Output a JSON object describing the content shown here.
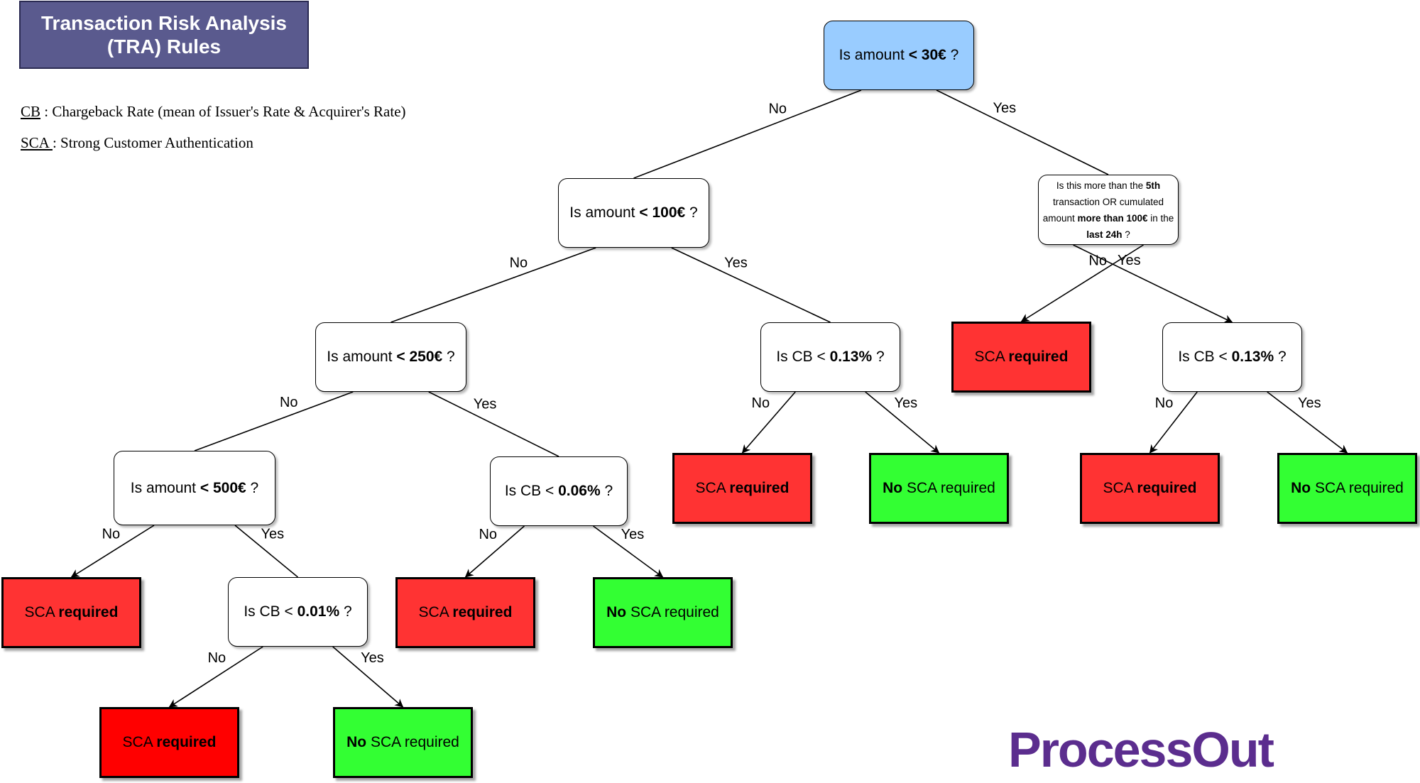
{
  "title": {
    "line1": "Transaction Risk Analysis",
    "line2": "(TRA) Rules"
  },
  "legend": {
    "cb_abbr": "CB",
    "cb_text": " : Chargeback Rate (mean of Issuer's Rate & Acquirer's Rate)",
    "sca_abbr": "SCA ",
    "sca_text": ": Strong Customer Authentication"
  },
  "nodes": {
    "q_lt30": {
      "pre": "Is amount ",
      "bold": "< 30€",
      "post": " ?"
    },
    "q_lt100": {
      "pre": "Is amount ",
      "bold": "< 100€",
      "post": " ?"
    },
    "q_5th": {
      "t1": "Is this more than the ",
      "b1": "5th",
      "t2": " transaction OR cumulated amount ",
      "b2": "more than 100€",
      "t3": " in the ",
      "b3": "last 24h",
      "t4": " ?"
    },
    "q_lt250": {
      "pre": "Is amount ",
      "bold": "< 250€",
      "post": " ?"
    },
    "q_cb013_a": {
      "pre": "Is CB < ",
      "bold": "0.13%",
      "post": " ?"
    },
    "r_sca_5th": {
      "pre": "SCA ",
      "bold": "required",
      "post": ""
    },
    "q_cb013_b": {
      "pre": "Is CB < ",
      "bold": "0.13%",
      "post": " ?"
    },
    "q_lt500": {
      "pre": "Is amount ",
      "bold": "< 500€",
      "post": " ?"
    },
    "q_cb006": {
      "pre": "Is CB < ",
      "bold": "0.06%",
      "post": " ?"
    },
    "r_sca_cb013a": {
      "pre": "SCA ",
      "bold": "required",
      "post": ""
    },
    "r_nosca_cb013a": {
      "pre": "",
      "bold": "No",
      "post": " SCA required"
    },
    "r_sca_cb013b": {
      "pre": "SCA ",
      "bold": "required",
      "post": ""
    },
    "r_nosca_cb013b": {
      "pre": "",
      "bold": "No",
      "post": " SCA required"
    },
    "r_sca_500": {
      "pre": "SCA ",
      "bold": "required",
      "post": ""
    },
    "q_cb001": {
      "pre": "Is CB < ",
      "bold": "0.01%",
      "post": " ?"
    },
    "r_sca_cb006": {
      "pre": "SCA ",
      "bold": "required",
      "post": ""
    },
    "r_nosca_cb006": {
      "pre": "",
      "bold": "No",
      "post": " SCA required"
    },
    "r_sca_cb001": {
      "pre": "SCA ",
      "bold": "required",
      "post": ""
    },
    "r_nosca_cb001": {
      "pre": "",
      "bold": "No",
      "post": " SCA required"
    }
  },
  "edges": [
    {
      "id": "e_30_no",
      "label": "No",
      "from": "q_lt30",
      "to": "q_lt100",
      "arrow": false
    },
    {
      "id": "e_30_yes",
      "label": "Yes",
      "from": "q_lt30",
      "to": "q_5th",
      "arrow": false
    },
    {
      "id": "e_100_no",
      "label": "No",
      "from": "q_lt100",
      "to": "q_lt250",
      "arrow": false
    },
    {
      "id": "e_100_yes",
      "label": "Yes",
      "from": "q_lt100",
      "to": "q_cb013_a",
      "arrow": false
    },
    {
      "id": "e_5th_yes",
      "label": "Yes",
      "from": "q_5th",
      "to": "r_sca_5th",
      "arrow": true
    },
    {
      "id": "e_5th_no",
      "label": "No",
      "from": "q_5th",
      "to": "q_cb013_b",
      "arrow": true
    },
    {
      "id": "e_250_no",
      "label": "No",
      "from": "q_lt250",
      "to": "q_lt500",
      "arrow": false
    },
    {
      "id": "e_250_yes",
      "label": "Yes",
      "from": "q_lt250",
      "to": "q_cb006",
      "arrow": false
    },
    {
      "id": "e_cb013a_no",
      "label": "No",
      "from": "q_cb013_a",
      "to": "r_sca_cb013a",
      "arrow": true
    },
    {
      "id": "e_cb013a_yes",
      "label": "Yes",
      "from": "q_cb013_a",
      "to": "r_nosca_cb013a",
      "arrow": true
    },
    {
      "id": "e_cb013b_no",
      "label": "No",
      "from": "q_cb013_b",
      "to": "r_sca_cb013b",
      "arrow": true
    },
    {
      "id": "e_cb013b_yes",
      "label": "Yes",
      "from": "q_cb013_b",
      "to": "r_nosca_cb013b",
      "arrow": true
    },
    {
      "id": "e_500_no",
      "label": "No",
      "from": "q_lt500",
      "to": "r_sca_500",
      "arrow": true
    },
    {
      "id": "e_500_yes",
      "label": "Yes",
      "from": "q_lt500",
      "to": "q_cb001",
      "arrow": false
    },
    {
      "id": "e_cb006_no",
      "label": "No",
      "from": "q_cb006",
      "to": "r_sca_cb006",
      "arrow": true
    },
    {
      "id": "e_cb006_yes",
      "label": "Yes",
      "from": "q_cb006",
      "to": "r_nosca_cb006",
      "arrow": true
    },
    {
      "id": "e_cb001_no",
      "label": "No",
      "from": "q_cb001",
      "to": "r_sca_cb001",
      "arrow": true
    },
    {
      "id": "e_cb001_yes",
      "label": "Yes",
      "from": "q_cb001",
      "to": "r_nosca_cb001",
      "arrow": true
    }
  ],
  "logo": {
    "text": "ProcessOut"
  },
  "colors": {
    "title_bg": "#5a5a8e",
    "root_bg": "#99ccff",
    "sca_red": "#ff3333",
    "no_sca_green": "#33ff33",
    "logo_purple": "#5b2d8e"
  }
}
